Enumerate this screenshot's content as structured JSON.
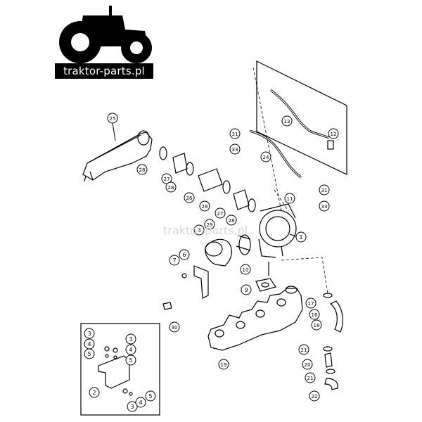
{
  "brand": {
    "logo_text": "traktor-parts.pl",
    "watermark_text": "traktor-parts.pl"
  },
  "callouts": [
    "1",
    "2",
    "3",
    "4",
    "5",
    "6",
    "7",
    "8",
    "9",
    "10",
    "11",
    "12",
    "13",
    "16",
    "17",
    "18",
    "19",
    "20",
    "21",
    "22",
    "24",
    "25",
    "26",
    "27",
    "28",
    "29",
    "30",
    "31",
    "33"
  ],
  "labels": {
    "c1": "1",
    "c2": "2",
    "c3a": "3",
    "c4a": "4",
    "c5a": "5",
    "c3b": "3",
    "c4b": "4",
    "c5b": "5",
    "c3c": "3",
    "c4c": "4",
    "c5c": "5",
    "c6": "6",
    "c7": "7",
    "c8": "8",
    "c9": "9",
    "c10": "10",
    "c11": "11",
    "c12": "12",
    "c13": "13",
    "c16": "16",
    "c17": "17",
    "c18": "18",
    "c19": "19",
    "c20": "20",
    "c21a": "21",
    "c21b": "21",
    "c22": "22",
    "c24": "24",
    "c25": "25",
    "c26": "26",
    "c27a": "27",
    "c27b": "27",
    "c28a": "28",
    "c28b": "28",
    "c28c": "28",
    "c28d": "28",
    "c29": "29",
    "c30": "30",
    "c31a": "31",
    "c31b": "31",
    "c33a": "33",
    "c33b": "33"
  },
  "colors": {
    "line": "#000000",
    "watermark": "#d8d8d8",
    "background": "#ffffff"
  }
}
